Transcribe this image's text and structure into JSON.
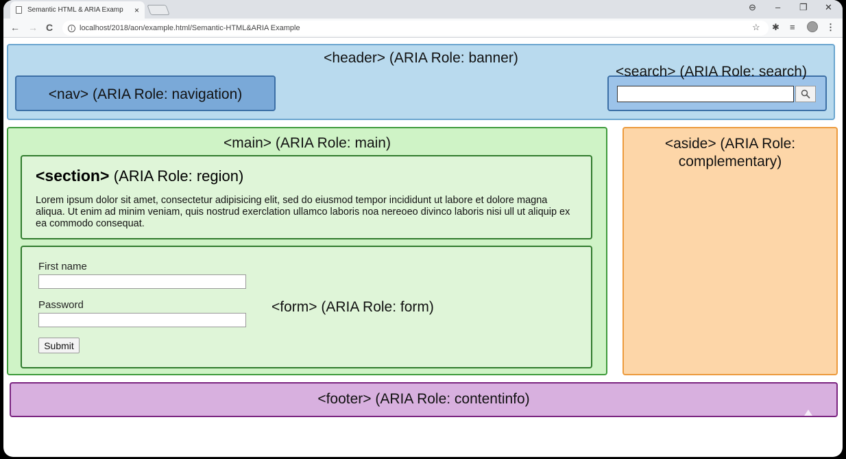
{
  "browser": {
    "tab_title": "Semantic HTML & ARIA Examp",
    "tab_close": "×",
    "url": "localhost/2018/aon/example.html/Semantic-HTML&ARIA Example",
    "controls": {
      "minimize": "–",
      "restore": "❐",
      "close": "✕",
      "account": "⊖"
    },
    "nav": {
      "back": "←",
      "forward": "→",
      "reload": "C"
    },
    "toolbar_icons": {
      "star": "☆",
      "extensions": "✱",
      "playlist": "≡"
    }
  },
  "page": {
    "header_label": "<header> (ARIA Role: banner)",
    "nav_label": "<nav> (ARIA Role: navigation)",
    "search": {
      "label": "<search> (ARIA Role: search)",
      "value": "",
      "button": "🔍"
    },
    "main_label": "<main> (ARIA Role: main)",
    "section": {
      "tag": "<section>",
      "role": "(ARIA Role: region)",
      "text": "Lorem ipsum dolor sit amet, consectetur adipisicing elit, sed do eiusmod tempor incididunt ut labore et dolore magna aliqua. Ut enim ad minim veniam, quis nostrud exerclation ullamco laboris noa nereoeo divinco laboris nisi ull ut aliquip ex ea commodo consequat."
    },
    "form": {
      "label": "<form> (ARIA Role: form)",
      "first_name_label": "First name",
      "first_name_value": "",
      "password_label": "Password",
      "password_value": "",
      "submit": "Submit"
    },
    "aside_label": "<aside> (ARIA Role: complementary)",
    "footer_label": "<footer> (ARIA Role: contentinfo)"
  }
}
